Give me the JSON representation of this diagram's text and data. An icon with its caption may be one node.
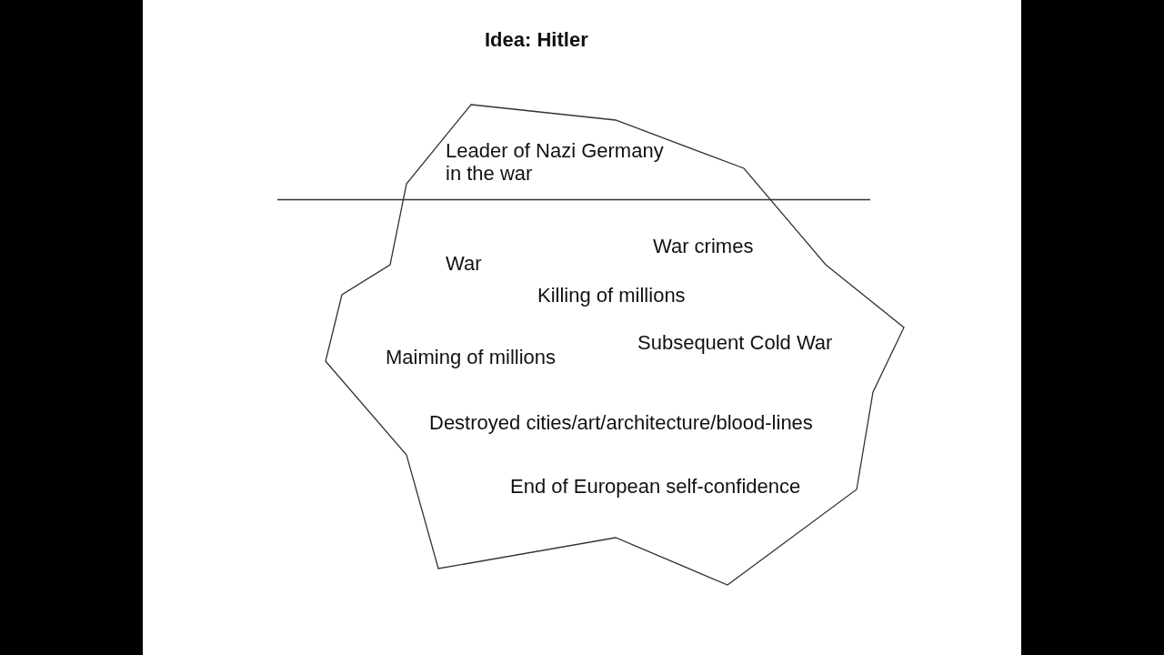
{
  "diagram": {
    "title": "Idea: Hitler",
    "nodes": [
      {
        "text": [
          "Leader of Nazi Germany in the war",
          "War crimes",
          "War",
          "Killing of millions",
          "Subsequent Cold War",
          "Maiming of millions",
          "Destroyed cities/art/architecture/blood-lines",
          "End of European self-confidence"
        ]
      }
    ]
  }
}
